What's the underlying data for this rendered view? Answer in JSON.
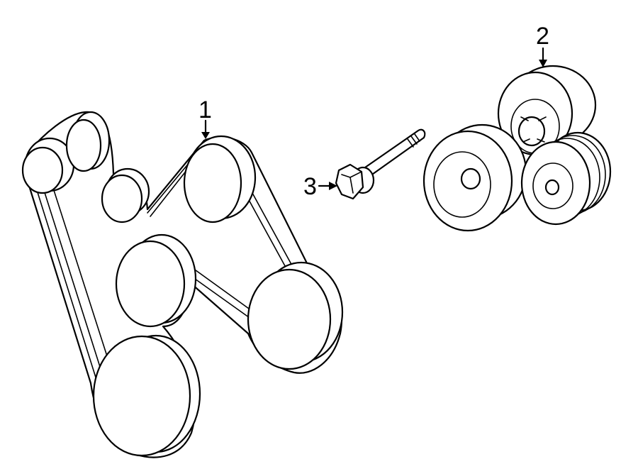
{
  "callouts": [
    {
      "number": "1",
      "part": "serpentine-belt"
    },
    {
      "number": "2",
      "part": "tensioner-pulley-assembly"
    },
    {
      "number": "3",
      "part": "tensioner-bolt"
    }
  ],
  "colors": {
    "line": "#000000",
    "background": "#ffffff"
  }
}
